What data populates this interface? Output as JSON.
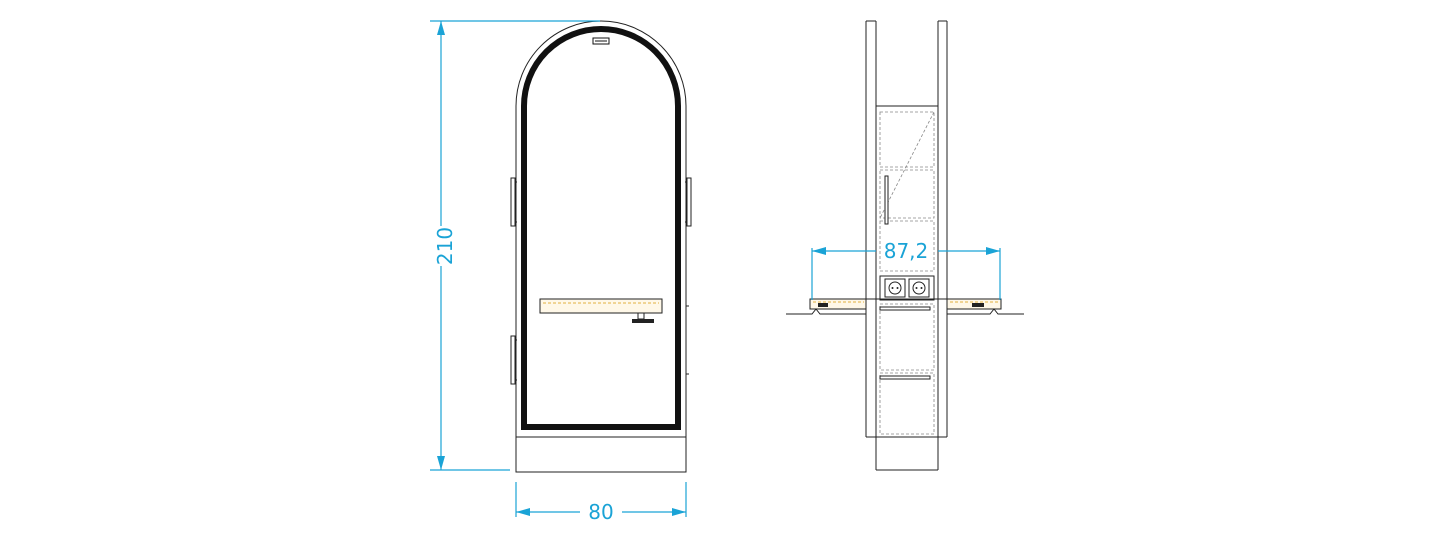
{
  "dimensions": {
    "height_label": "210",
    "width_label": "80",
    "depth_label": "87,2"
  },
  "colors": {
    "dimension": "#1aa3d6",
    "line": "#222222",
    "mirror_frame": "#111111",
    "shelf_fill": "#fff8e8",
    "shelf_accent": "#e0b040"
  },
  "icons": {
    "outlet": "double-socket-icon",
    "handle": "bar-handle-icon"
  }
}
